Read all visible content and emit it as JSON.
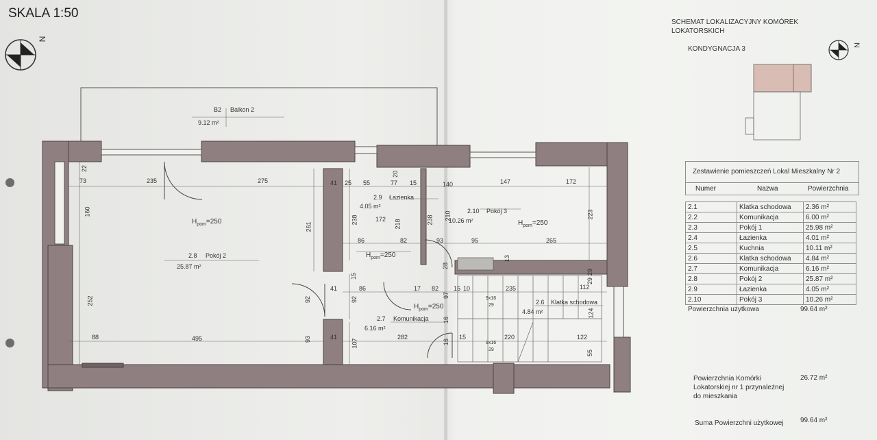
{
  "header": {
    "scale": "SKALA 1:50"
  },
  "north": {
    "label": "N"
  },
  "rooms": [
    {
      "code": "B2",
      "name": "Balkon 2",
      "area": "9.12 m²"
    },
    {
      "code": "2.8",
      "name": "Pokój 2",
      "area": "25.87 m²"
    },
    {
      "code": "2.9",
      "name": "Łazienka",
      "area": "4.05 m²"
    },
    {
      "code": "2.10",
      "name": "Pokój 3",
      "area": "10.26 m²"
    },
    {
      "code": "2.7",
      "name": "Komunikacja",
      "area": "6.16 m²"
    },
    {
      "code": "2.6",
      "name": "Klatka schodowa",
      "area": "4.84 m²"
    }
  ],
  "hpom": {
    "prefix": "H",
    "sub": "pom",
    "value": "=250"
  },
  "stairs": [
    "9x16",
    "29",
    "9x16",
    "29"
  ],
  "dims": [
    "22",
    "73",
    "235",
    "275",
    "41",
    "25",
    "55",
    "77",
    "20",
    "15",
    "140",
    "147",
    "172",
    "160",
    "261",
    "238",
    "218",
    "238",
    "210",
    "223",
    "172",
    "86",
    "82",
    "93",
    "95",
    "265",
    "252",
    "92",
    "92",
    "41",
    "41",
    "15",
    "86",
    "17",
    "82",
    "15",
    "10",
    "235",
    "112",
    "29",
    "13",
    "28",
    "124",
    "88",
    "495",
    "93",
    "107",
    "282",
    "15",
    "220",
    "122",
    "55",
    "29",
    "16",
    "16",
    "97"
  ],
  "right": {
    "title": "SCHEMAT LOKALIZACYJNY KOMÓREK LOKATORSKICH",
    "floor": "KONDYGNACJA 3",
    "table_title": "Zestawienie pomieszczeń Lokal Mieszkalny Nr 2",
    "columns": [
      "Numer",
      "Nazwa",
      "Powierzchnia"
    ],
    "rows": [
      [
        "2.1",
        "Klatka schodowa",
        "2.36 m²"
      ],
      [
        "2.2",
        "Komunikacja",
        "6.00 m²"
      ],
      [
        "2.3",
        "Pokój 1",
        "25.98 m²"
      ],
      [
        "2.4",
        "Łazienka",
        "4.01 m²"
      ],
      [
        "2.5",
        "Kuchnia",
        "10.11 m²"
      ],
      [
        "2.6",
        "Klatka schodowa",
        "4.84 m²"
      ],
      [
        "2.7",
        "Komunikacja",
        "6.16 m²"
      ],
      [
        "2.8",
        "Pokój 2",
        "25.87 m²"
      ],
      [
        "2.9",
        "Łazienka",
        "4.05 m²"
      ],
      [
        "2.10",
        "Pokój 3",
        "10.26 m²"
      ]
    ],
    "total_label": "Powierzchnia użytkowa",
    "total_value": "99.64 m²",
    "storage_label_1": "Powierzchnia Komórki",
    "storage_label_2": "Lokatorskiej nr 1 przynależnej",
    "storage_label_3": "do mieszkania",
    "storage_value": "26.72 m²",
    "sum_label": "Suma Powierzchni użytkowej",
    "sum_value": "99.64 m²"
  },
  "colors": {
    "wall": "#8f7f80",
    "paper": "#eeefec",
    "line": "#555555",
    "mini_room": "#d9bcb4"
  }
}
